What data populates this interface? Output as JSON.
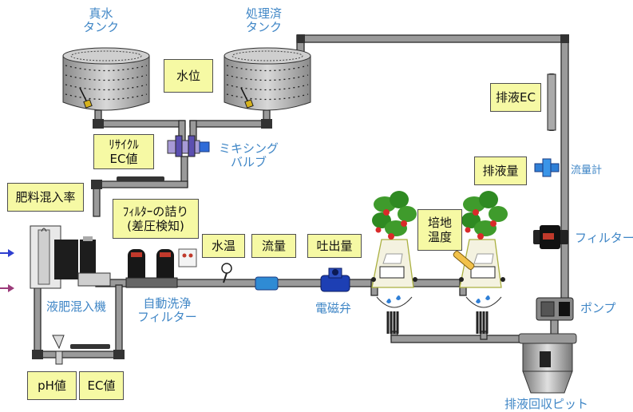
{
  "tanks": {
    "raw_water": "真水\nタンク",
    "treated": "処理済\nタンク"
  },
  "sensor_boxes": {
    "water_level": "水位",
    "drain_ec": "排液EC",
    "recycle_ec": "ﾘｻｲｸﾙ\nEC値",
    "drain_volume": "排液量",
    "fertilizer_mix_rate": "肥料混入率",
    "filter_clog": "ﾌｨﾙﾀｰの詰り\n(差圧検知)",
    "water_temp": "水温",
    "flow": "流量",
    "discharge": "吐出量",
    "substrate_temp": "培地\n温度",
    "ph": "pH値",
    "ec": "EC値"
  },
  "component_labels": {
    "mixing_valve": "ミキシング\nバルブ",
    "flow_meter": "流量計",
    "filter": "フィルター",
    "pump": "ポンプ",
    "doser": "液肥混入機",
    "auto_filter": "自動洗浄\nフィルター",
    "solenoid_valve": "電磁弁",
    "drain_pit": "排液回収ピット"
  },
  "colors": {
    "pipe_fill": "#9a9a9a",
    "pipe_edge": "#2b2b2b",
    "label_blue": "#3f86c6",
    "box_fill": "#f6f9a4",
    "valve_blue": "#2d4fc0",
    "arrow_blue": "#2f3fd0",
    "arrow_purple": "#9b3b7a"
  }
}
